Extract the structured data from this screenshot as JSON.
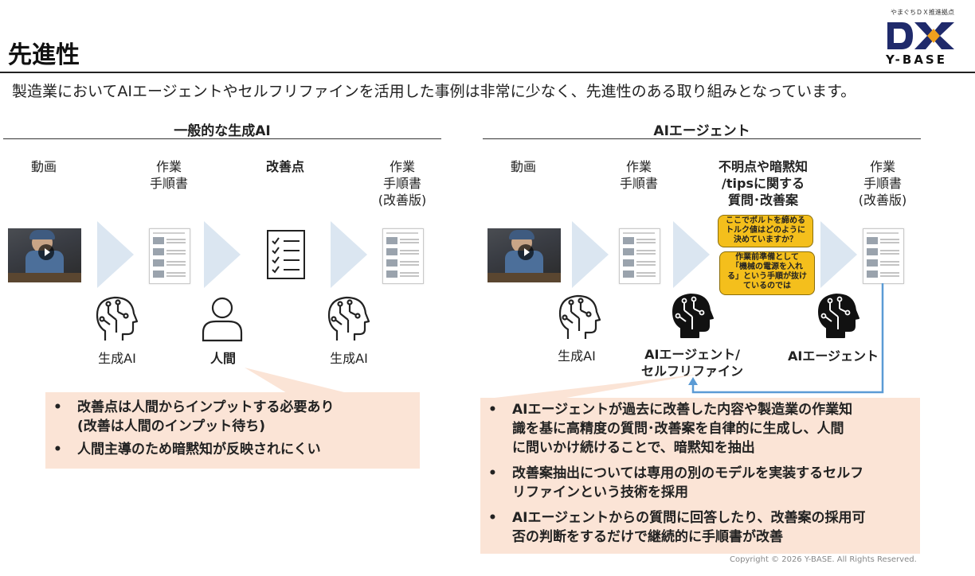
{
  "header": {
    "title": "先進性",
    "subtitle": "製造業においてAIエージェントやセルフリファインを活用した事例は非常に少なく、先進性のある取り組みとなっています。"
  },
  "logo": {
    "tagline": "やまぐちＤＸ推進拠点",
    "wordmark": "Y-BASE",
    "colors": {
      "navy": "#1f2a6b",
      "orange": "#f0a01e"
    }
  },
  "left": {
    "section_title": "一般的な生成AI",
    "labels": {
      "video": "動画",
      "manual_line1": "作業",
      "manual_line2": "手順書",
      "improvement": "改善点",
      "revised_line1": "作業",
      "revised_line2": "手順書",
      "revised_line3": "(改善版)"
    },
    "actors": {
      "genai_1": "生成AI",
      "human": "人間",
      "genai_2": "生成AI"
    },
    "bullets": [
      "改善点は人間からインプットする必要あり(改善は人間のインプット待ち)",
      "人間主導のため暗黙知が反映されにくい"
    ],
    "bullet_lines": {
      "b1_line1": "改善点は人間からインプットする必要あり",
      "b1_line2": "(改善は人間のインプット待ち)"
    }
  },
  "right": {
    "section_title": "AIエージェント",
    "labels": {
      "video": "動画",
      "manual_line1": "作業",
      "manual_line2": "手順書",
      "question_line1": "不明点や暗黙知",
      "question_line2": "/tipsに関する",
      "question_line3": "質問･改善案",
      "revised_line1": "作業",
      "revised_line2": "手順書",
      "revised_line3": "(改善版)"
    },
    "bubbles": {
      "q1_line1": "ここでボルトを締める",
      "q1_line2": "トルク値はどのように",
      "q1_line3": "決めていますか？",
      "q2_line1": "作業前準備として",
      "q2_line2": "「機械の電源を入れ",
      "q2_line3": "る」という手順が抜け",
      "q2_line4": "ているのでは"
    },
    "actors": {
      "genai": "生成AI",
      "agent_selfrefine_line1": "AIエージェント/",
      "agent_selfrefine_line2": "セルフリファイン",
      "agent": "AIエージェント"
    },
    "bullet_lines": {
      "b1_line1": "AIエージェントが過去に改善した内容や製造業の作業知",
      "b1_line2": "識を基に高精度の質問･改善案を自律的に生成し、人間",
      "b1_line3": "に問いかけ続けることで、暗黙知を抽出",
      "b2_line1": "改善案抽出については専用の別のモデルを実装するセルフ",
      "b2_line2": "リファインという技術を採用",
      "b3_line1": "AIエージェントからの質問に回答したり、改善案の採用可",
      "b3_line2": "否の判断をするだけで継続的に手順書が改善"
    }
  },
  "footer": {
    "copyright": "Copyright © 2026 Y-BASE. All Rights Reserved."
  },
  "colors": {
    "arrow": "#dbe6f1",
    "note_bg": "#fbe4d6",
    "bubble": "#f4bf1c",
    "loop_line": "#5b9bd5"
  },
  "icons": [
    "brain-circuit-icon",
    "person-icon",
    "checklist-icon",
    "play-icon"
  ]
}
